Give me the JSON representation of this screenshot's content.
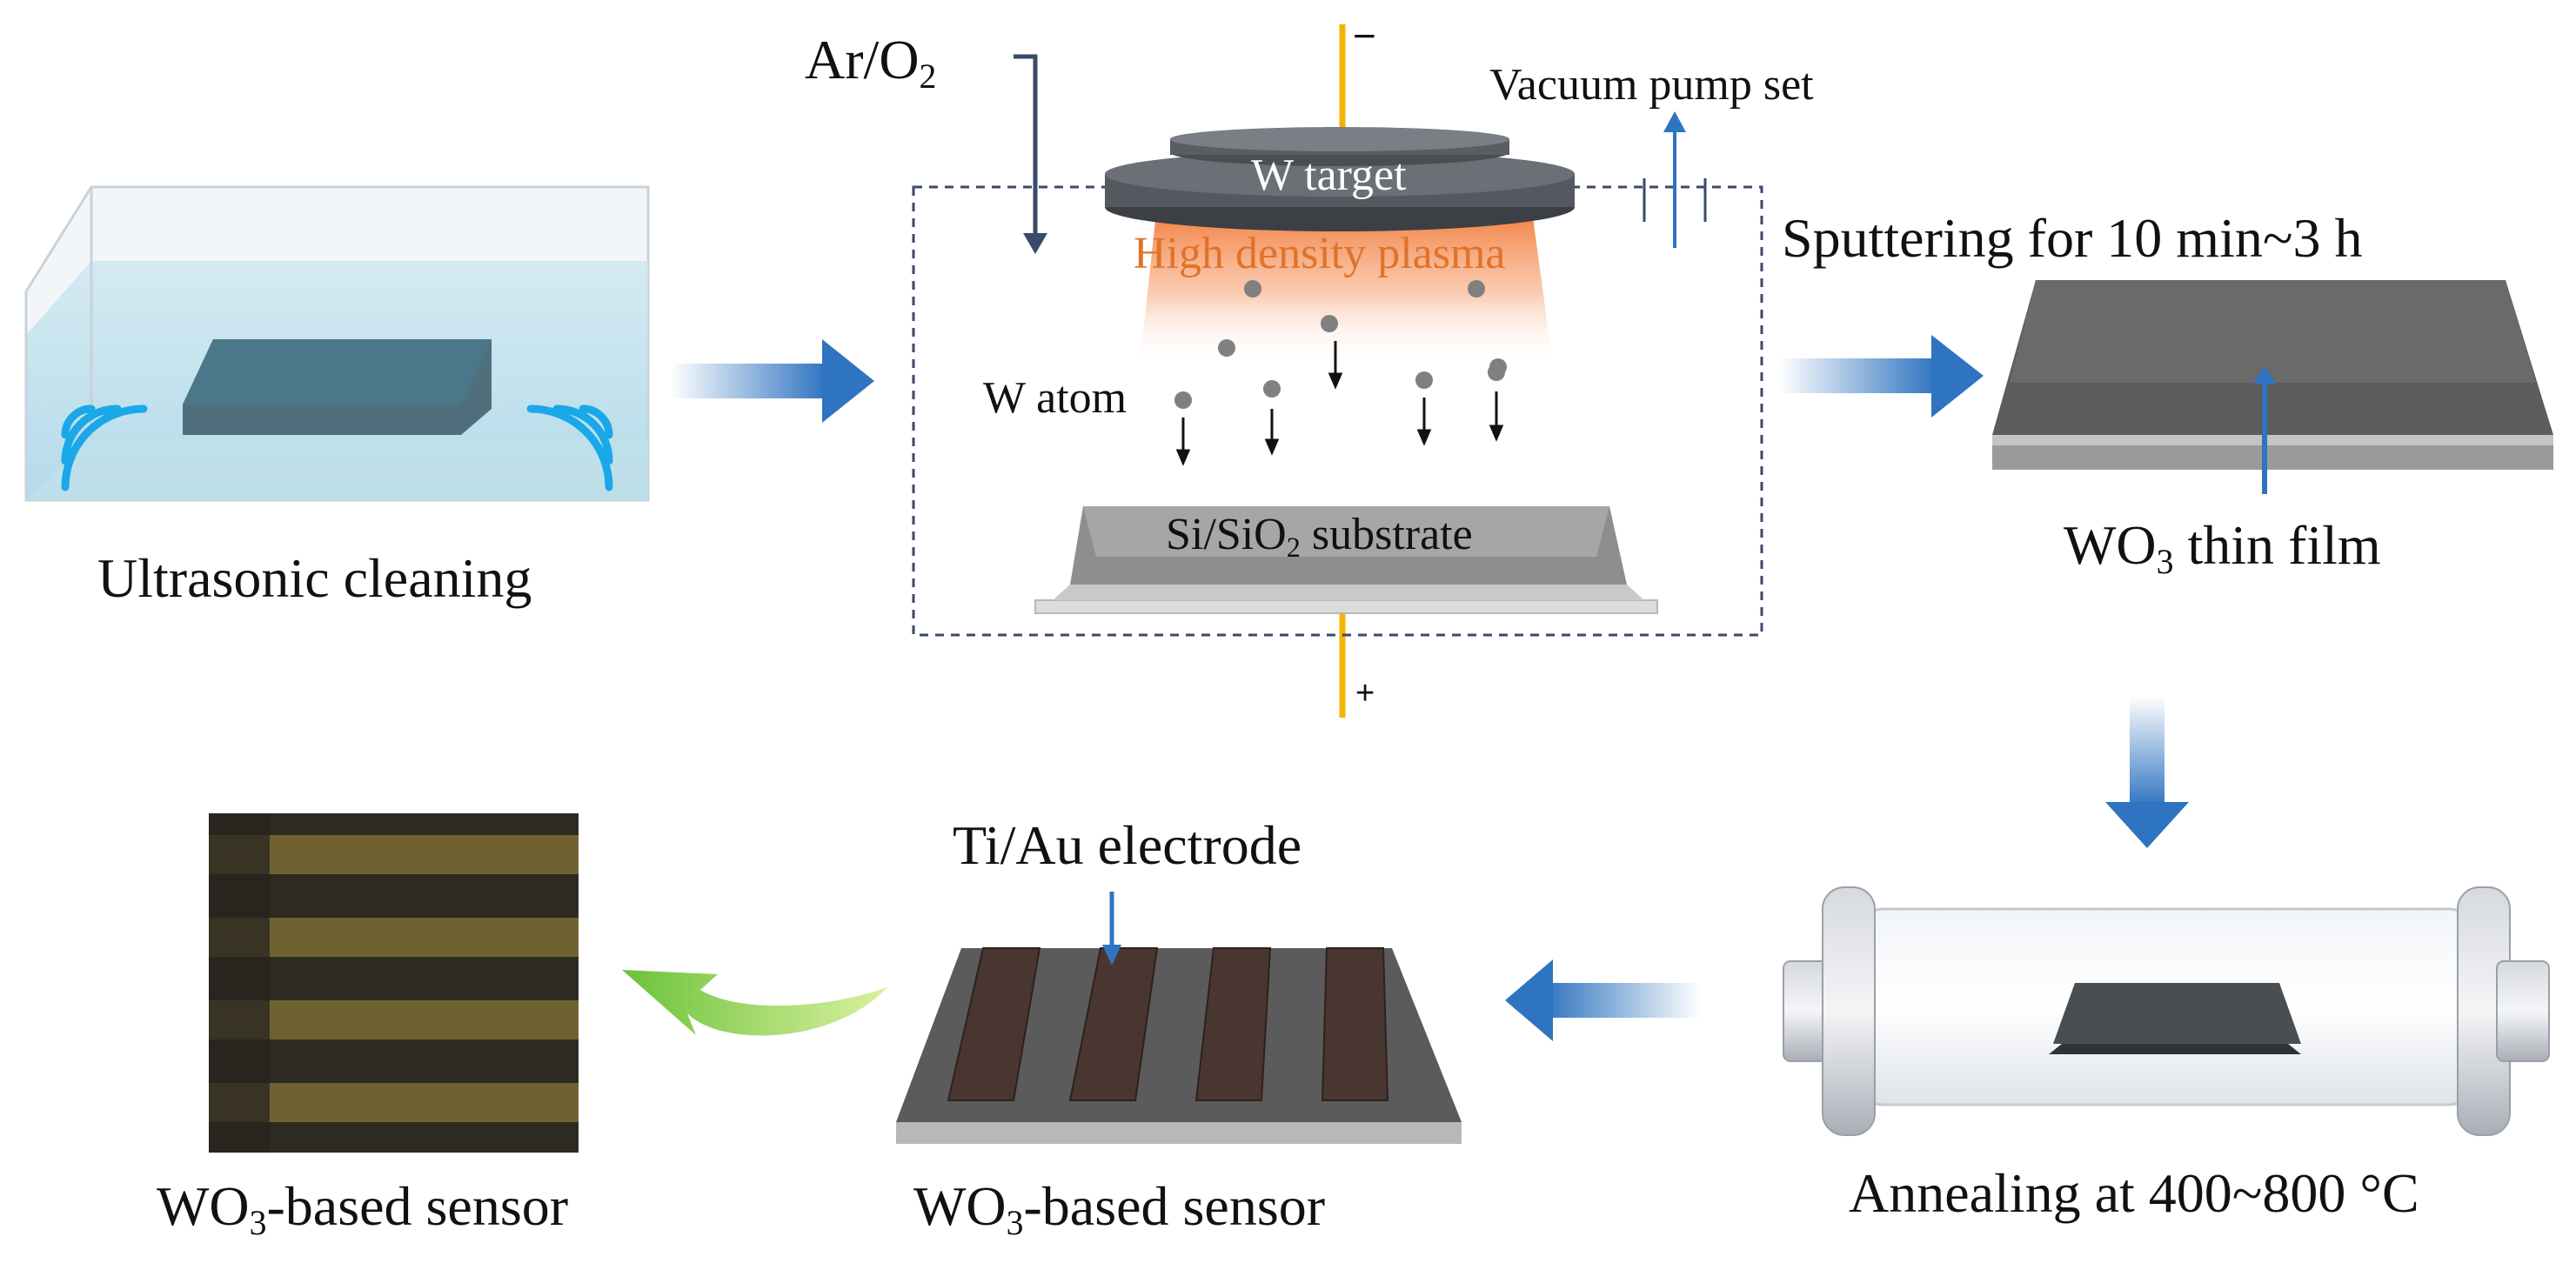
{
  "steps": {
    "cleaning": "Ultrasonic cleaning",
    "sputtering": "Sputtering for 10 min~3 h",
    "film_pre": "WO",
    "film_sub": "3",
    "film_post": " thin film",
    "annealing": "Annealing at 400~800 °C",
    "sensor_mid_pre": "WO",
    "sensor_mid_sub": "3",
    "sensor_mid_post": "-based sensor",
    "sensor_left_pre": "WO",
    "sensor_left_sub": "3",
    "sensor_left_post": "-based sensor"
  },
  "chamber": {
    "gas_pre": "Ar/O",
    "gas_sub": "2",
    "target": "W target",
    "plasma": "High density plasma",
    "atom": "W atom",
    "substrate_pre": "Si/SiO",
    "substrate_sub": "2",
    "substrate_post": " substrate",
    "vacuum": "Vacuum pump set",
    "minus": "−",
    "plus": "+"
  },
  "electrode": "Ti/Au electrode",
  "colors": {
    "flow_arrow": "#2f74c0",
    "electrode_wire": "#f2b400",
    "plasma": "#f08040",
    "plasma_text": "#e0732a",
    "ultrasound": "#1aa8e8",
    "curved_arrow": "#7ac943",
    "dashed_chamber": "#3a4a6a"
  },
  "icons": [
    "ultrasonic-bath-icon",
    "sputter-chamber-icon",
    "thin-film-icon",
    "tube-furnace-icon",
    "electrode-device-icon",
    "sensor-photo-icon"
  ]
}
